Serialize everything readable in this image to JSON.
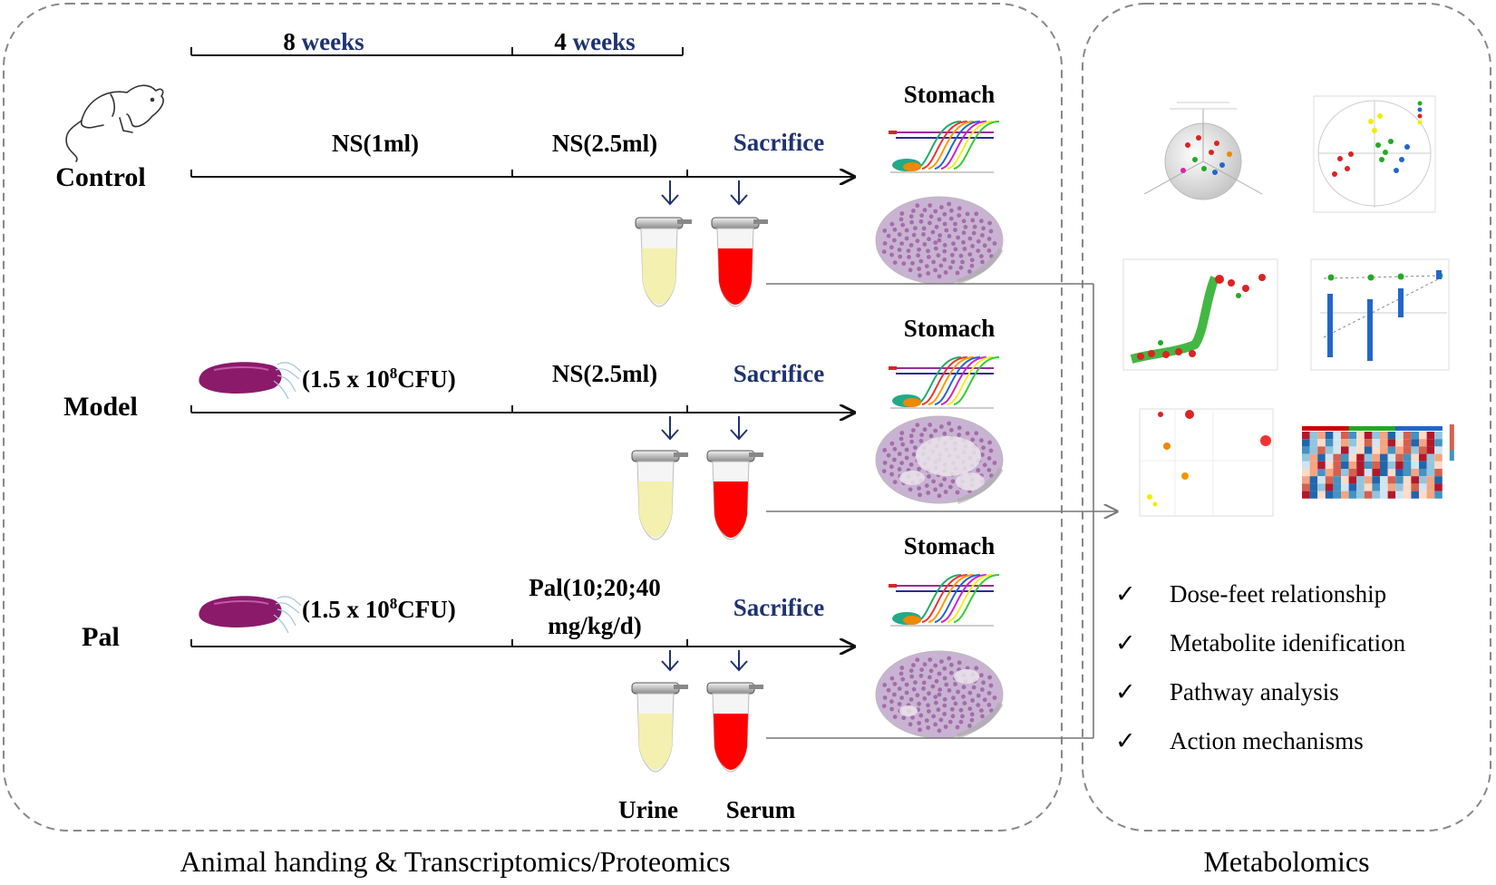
{
  "panels": {
    "left_caption": "Animal handing & Transcriptomics/Proteomics",
    "right_caption": "Metabolomics"
  },
  "timeline": {
    "period1_num": "8",
    "period2_num": "4",
    "period_unit": "weeks"
  },
  "groups": [
    {
      "name": "Control",
      "phase1": "NS(1ml)",
      "phase2": "NS(2.5ml)",
      "end": "Sacrifice",
      "organ": "Stomach"
    },
    {
      "name": "Model",
      "phase1_prefix": "(1.5 x 10",
      "phase1_sup": "8",
      "phase1_suffix": "CFU)",
      "phase2": "NS(2.5ml)",
      "end": "Sacrifice",
      "organ": "Stomach"
    },
    {
      "name": "Pal",
      "phase1_prefix": "(1.5 x 10",
      "phase1_sup": "8",
      "phase1_suffix": "CFU)",
      "phase2_line1": "Pal(10;20;40",
      "phase2_line2": "mg/kg/d)",
      "end": "Sacrifice",
      "organ": "Stomach"
    }
  ],
  "samples": {
    "urine": "Urine",
    "serum": "Serum"
  },
  "analysis": {
    "check_glyph": "✓",
    "items": [
      "Dose-feet relationship",
      "Metabolite idenification",
      "Pathway analysis",
      "Action mechanisms"
    ]
  },
  "colors": {
    "accent_text": "#1f3370",
    "serum": "#ff0000",
    "urine": "#f4f0b0",
    "tissue": "#9b5aa0",
    "bacterium": "#8b1a6b"
  }
}
